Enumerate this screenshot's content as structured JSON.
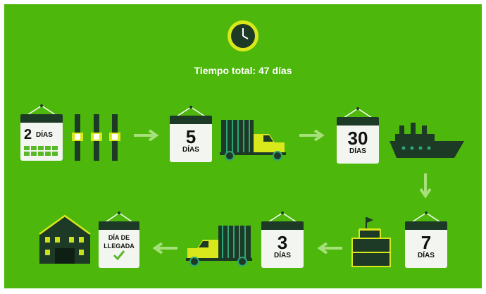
{
  "header": {
    "total_label": "Tiempo total: 47 días",
    "icon": "clock-icon"
  },
  "steps": [
    {
      "number": "2",
      "unit": "DÍAS",
      "icon": "wristwatch-icon"
    },
    {
      "number": "5",
      "unit": "DÍAS",
      "icon": "truck-icon"
    },
    {
      "number": "30",
      "unit": "DÍAS",
      "icon": "ship-icon"
    },
    {
      "number": "7",
      "unit": "DÍAS",
      "icon": "port-icon"
    },
    {
      "number": "3",
      "unit": "DÍAS",
      "icon": "truck-icon"
    },
    {
      "line1": "DÍA DE",
      "line2": "LLEGADA",
      "icon": "checkmark-icon"
    }
  ],
  "colors": {
    "background": "#4db70b",
    "dark": "#1c3a26",
    "accent": "#d9e81a",
    "arrow": "#a6e07a"
  }
}
